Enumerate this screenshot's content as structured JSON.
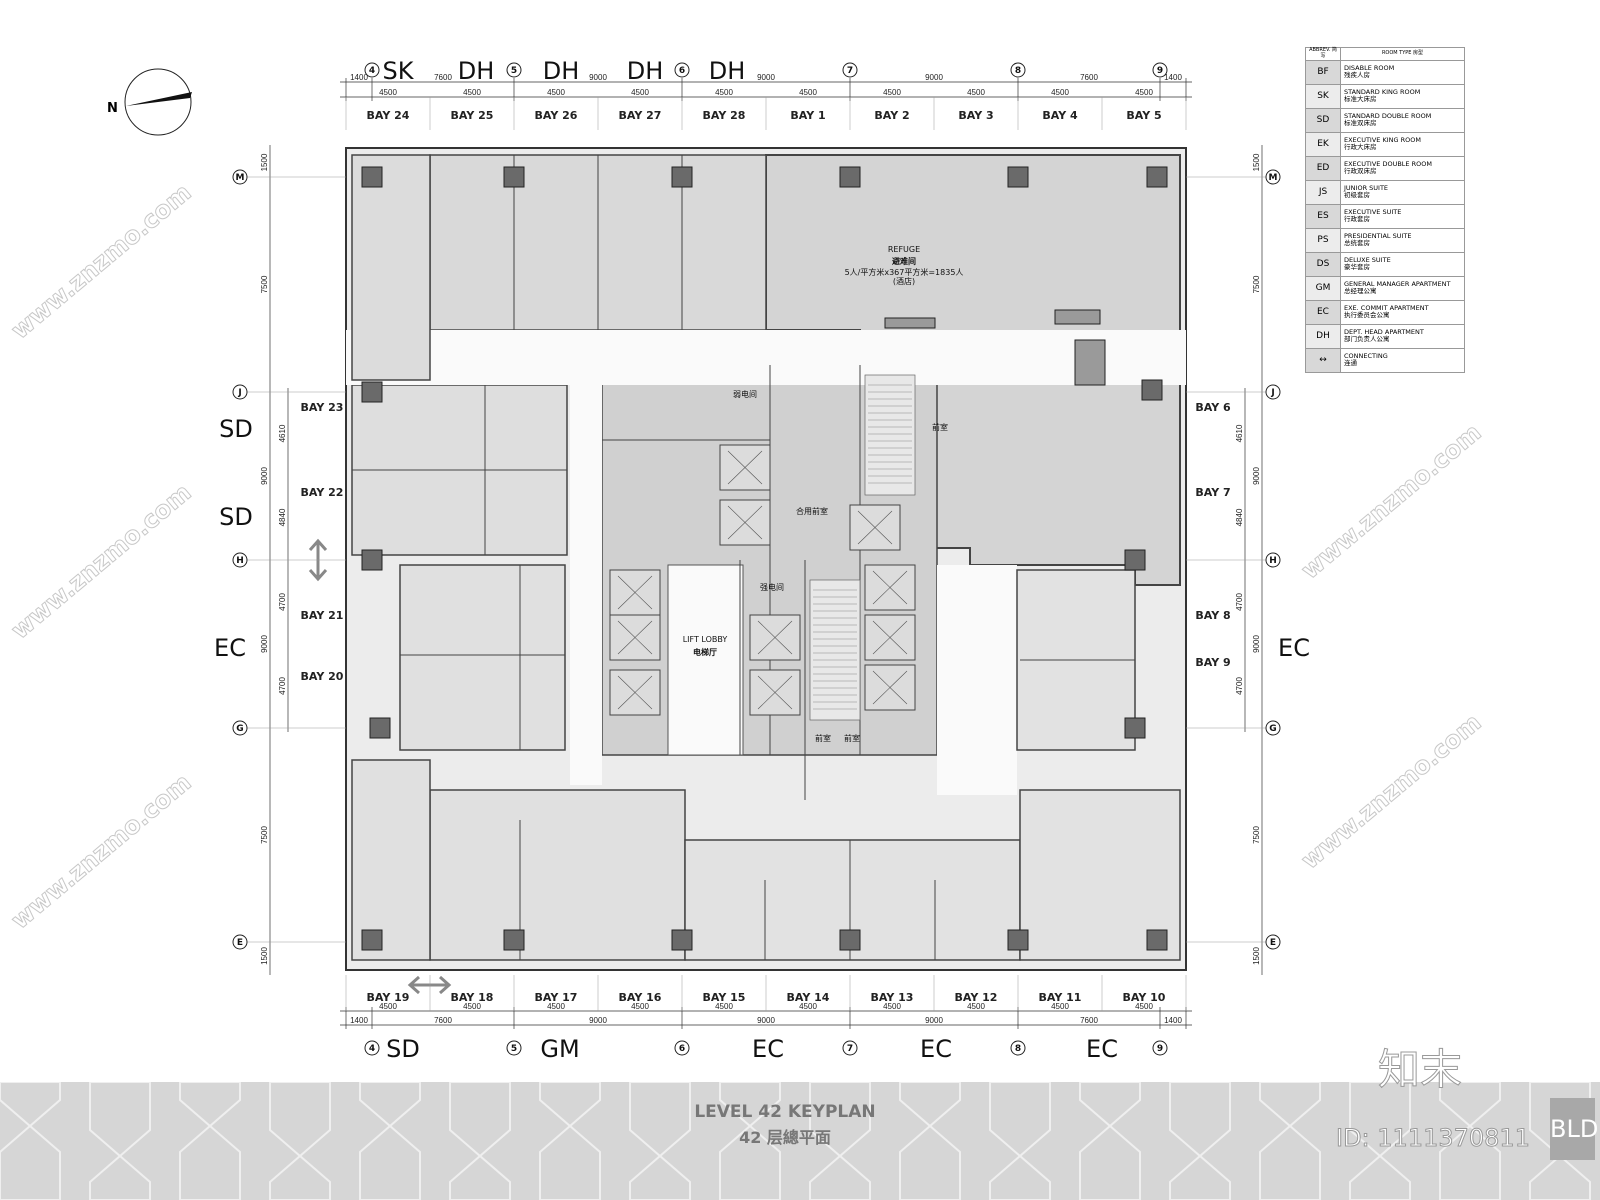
{
  "north_label": "N",
  "top": {
    "room_types": [
      "SK",
      "DH",
      "DH",
      "DH",
      "DH"
    ],
    "bays": [
      "BAY 24",
      "BAY 25",
      "BAY 26",
      "BAY 27",
      "BAY 28",
      "BAY 1",
      "BAY 2",
      "BAY 3",
      "BAY 4",
      "BAY 5"
    ],
    "grid": [
      "4",
      "5",
      "6",
      "7",
      "8",
      "9"
    ],
    "dims_major": [
      "1400",
      "7600",
      "9000",
      "9000",
      "9000",
      "7600",
      "1400"
    ],
    "dims_bay": [
      "4500",
      "4500",
      "4500",
      "4500",
      "4500",
      "4500",
      "4500",
      "4500",
      "4500",
      "4500"
    ]
  },
  "bottom": {
    "room_types": [
      "SD",
      "GM",
      "EC",
      "EC",
      "EC"
    ],
    "bays": [
      "BAY 19",
      "BAY 18",
      "BAY 17",
      "BAY 16",
      "BAY 15",
      "BAY 14",
      "BAY 13",
      "BAY 12",
      "BAY 11",
      "BAY 10"
    ],
    "grid": [
      "4",
      "5",
      "6",
      "7",
      "8",
      "9"
    ],
    "dims_major": [
      "1400",
      "7600",
      "9000",
      "9000",
      "9000",
      "7600",
      "1400"
    ],
    "dims_bay": [
      "4500",
      "4500",
      "4500",
      "4500",
      "4500",
      "4500",
      "4500",
      "4500",
      "4500",
      "4500"
    ]
  },
  "left": {
    "room_types": [
      "SD",
      "SD",
      "EC"
    ],
    "bays": [
      "BAY 23",
      "BAY 22",
      "BAY 21",
      "BAY 20"
    ],
    "grid": [
      "M",
      "J",
      "H",
      "G",
      "E"
    ],
    "dims_major": [
      "1500",
      "7500",
      "9000",
      "9000",
      "7500",
      "1500"
    ],
    "dims_bay": [
      "4610",
      "4840",
      "4700",
      "4700"
    ]
  },
  "right": {
    "room_types": [
      "EC"
    ],
    "bays": [
      "BAY 6",
      "BAY 7",
      "BAY 8",
      "BAY 9"
    ],
    "grid": [
      "M",
      "J",
      "H",
      "G",
      "E"
    ],
    "dims_major": [
      "1500",
      "7500",
      "9000",
      "9000",
      "7500",
      "1500"
    ],
    "dims_bay": [
      "4610",
      "4840",
      "4700",
      "4700"
    ]
  },
  "rooms": {
    "refuge_en": "REFUGE",
    "refuge_cn": "避难间",
    "refuge_note": "5人/平方米x367平方米=1835人",
    "refuge_sub": "(酒店)",
    "lift_lobby_en": "LIFT LOBBY",
    "lift_lobby_cn": "电梯厅",
    "shared_lobby": "合用前室",
    "weak_room": "弱电间",
    "strong_room": "强电间",
    "front_room": "前室",
    "front_room_2": "前室",
    "front_room_3": "前室"
  },
  "legend": {
    "header_abbr": "ABBREV. 简写",
    "header_type": "ROOM TYPE 房型",
    "rows": [
      {
        "abbr": "BF",
        "en": "DISABLE ROOM",
        "cn": "残疾人房"
      },
      {
        "abbr": "SK",
        "en": "STANDARD KING ROOM",
        "cn": "标准大床房"
      },
      {
        "abbr": "SD",
        "en": "STANDARD DOUBLE ROOM",
        "cn": "标准双床房"
      },
      {
        "abbr": "EK",
        "en": "EXECUTIVE KING ROOM",
        "cn": "行政大床房"
      },
      {
        "abbr": "ED",
        "en": "EXECUTIVE DOUBLE ROOM",
        "cn": "行政双床房"
      },
      {
        "abbr": "JS",
        "en": "JUNIOR SUITE",
        "cn": "初级套房"
      },
      {
        "abbr": "ES",
        "en": "EXECUTIVE SUITE",
        "cn": "行政套房"
      },
      {
        "abbr": "PS",
        "en": "PRESIDENTIAL SUITE",
        "cn": "总统套房"
      },
      {
        "abbr": "DS",
        "en": "DELUXE SUITE",
        "cn": "豪华套房"
      },
      {
        "abbr": "GM",
        "en": "GENERAL MANAGER APARTMENT",
        "cn": "总经理公寓"
      },
      {
        "abbr": "EC",
        "en": "EXE. COMMIT APARTMENT",
        "cn": "执行委员会公寓"
      },
      {
        "abbr": "DH",
        "en": "DEPT. HEAD APARTMENT",
        "cn": "部门负责人公寓"
      },
      {
        "abbr": "↔",
        "en": "CONNECTING",
        "cn": "连通"
      }
    ]
  },
  "title": {
    "en": "LEVEL 42 KEYPLAN",
    "cn": "42 层總平面"
  },
  "watermark": {
    "logo": "知末",
    "id": "ID: 1111370811",
    "badge": "BLD",
    "site": "www.znzmo.com"
  },
  "colors": {
    "room_fill": "#e4e4e4",
    "refuge_fill": "#d4d4d4",
    "core_fill": "#cfcfcf",
    "wall": "#555555",
    "column": "#6a6a6a"
  }
}
